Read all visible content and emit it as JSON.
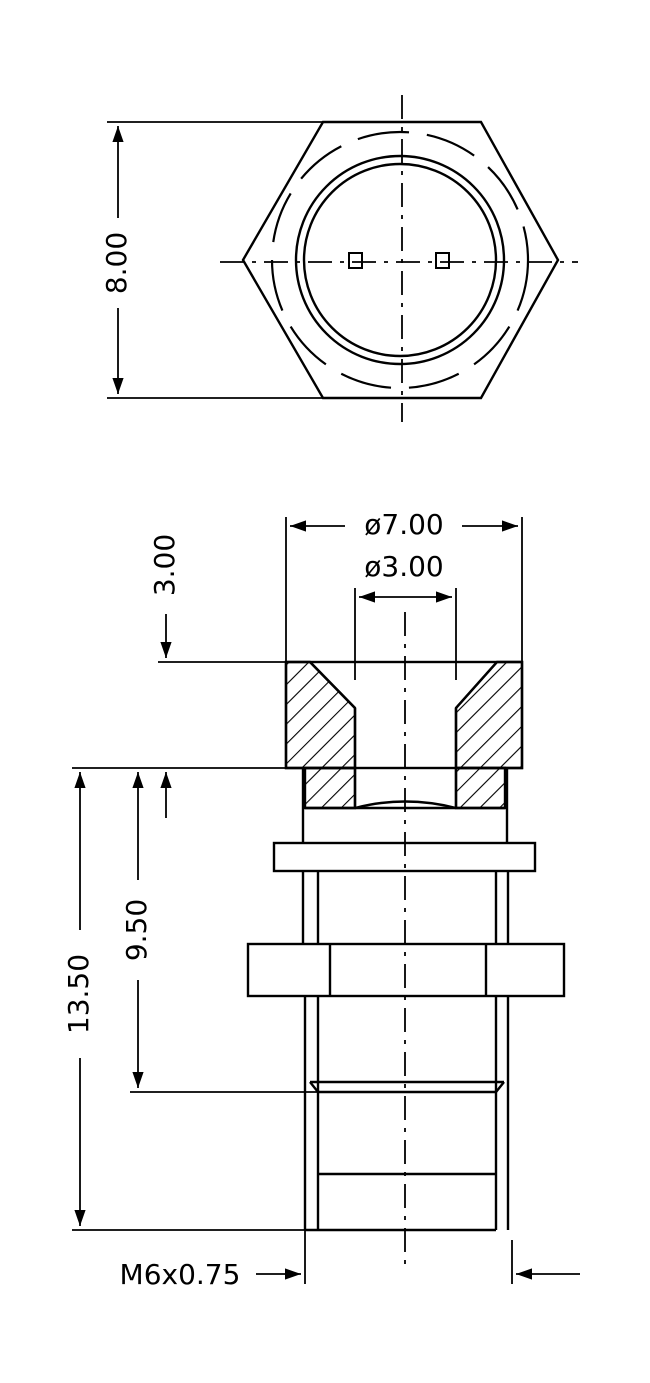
{
  "colors": {
    "ink": "#000000",
    "paper": "#ffffff"
  },
  "top_view": {
    "dim_height": "8.00"
  },
  "side_view": {
    "dim_outer_diameter": "ø7.00",
    "dim_inner_diameter": "ø3.00",
    "dim_top_depth": "3.00",
    "dim_length_total": "13.50",
    "dim_length_thread": "9.50",
    "dim_thread": "M6x0.75"
  }
}
